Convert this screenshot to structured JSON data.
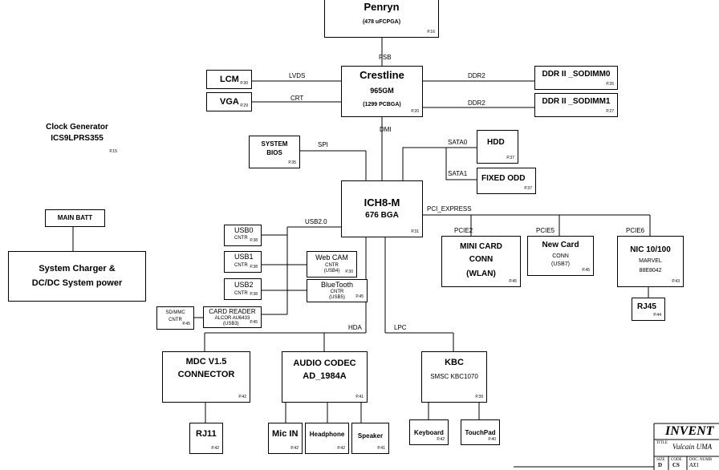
{
  "cpu": {
    "title": "Penryn",
    "sub": "(478 uFCPGA)",
    "page": "P.16"
  },
  "northbridge": {
    "title": "Crestline",
    "sub1": "965GM",
    "sub2": "(1299 PCBGA)",
    "page": "P.20"
  },
  "lcm": {
    "title": "LCM",
    "page": "P.30"
  },
  "vga": {
    "title": "VGA",
    "page": "P.29"
  },
  "sodimm0": {
    "title": "DDR II _SODIMM0",
    "page": "P.26"
  },
  "sodimm1": {
    "title": "DDR II _SODIMM1",
    "page": "P.27"
  },
  "clock": {
    "line1": "Clock Generator",
    "line2": "ICS9LPRS355",
    "page": "P.15"
  },
  "bios": {
    "line1": "SYSTEM",
    "line2": "BIOS",
    "page": "P.35"
  },
  "hdd": {
    "title": "HDD",
    "page": "P.37"
  },
  "odd": {
    "title": "FIXED ODD",
    "page": "P.37"
  },
  "southbridge": {
    "title": "ICH8-M",
    "sub": "676 BGA",
    "page": "P.31"
  },
  "main_batt": {
    "title": "MAIN BATT"
  },
  "charger": {
    "line1": "System Charger &",
    "line2": "DC/DC System power"
  },
  "usb0": {
    "line1": "USB0",
    "line2": "CNTR",
    "page": "P.38"
  },
  "usb1": {
    "line1": "USB1",
    "line2": "CNTR",
    "page": "P.38"
  },
  "usb2": {
    "line1": "USB2",
    "line2": "CNTR",
    "page": "P.38"
  },
  "webcam": {
    "line1": "Web CAM",
    "line2": "CNTR",
    "line3": "(USB4)",
    "page": "P.30"
  },
  "bluetooth": {
    "line1": "BlueTooth",
    "line2": "CNTR",
    "line3": "(USB5)",
    "page": "P.45"
  },
  "sdmmc": {
    "line1": "SD/MMC",
    "line2": "CNTR",
    "page": "P.45"
  },
  "card_reader": {
    "line1": "CARD READER",
    "line2": "ALCOR AU6433",
    "line3": "(USB3)",
    "page": "P.45"
  },
  "minicard": {
    "line1": "MINI CARD",
    "line2": "CONN",
    "line3": "(WLAN)",
    "page": "P.45"
  },
  "newcard": {
    "line1": "New Card",
    "line2": "CONN",
    "line3": "(USB7)",
    "page": "P.45"
  },
  "nic": {
    "line1": "NIC 10/100",
    "line2": "MARVEL",
    "line3": "88E8042",
    "page": "P.43"
  },
  "rj45": {
    "title": "RJ45",
    "page": "P.44"
  },
  "mdc": {
    "line1": "MDC V1.5",
    "line2": "CONNECTOR",
    "page": "P.42"
  },
  "codec": {
    "line1": "AUDIO CODEC",
    "line2": "AD_1984A",
    "page": "P.41"
  },
  "kbc": {
    "line1": "KBC",
    "line2": "SMSC KBC1070",
    "page": "P.39"
  },
  "rj11": {
    "title": "RJ11",
    "page": "P.42"
  },
  "micin": {
    "title": "Mic IN",
    "page": "P.42"
  },
  "headphone": {
    "title": "Headphone",
    "page": "P.42"
  },
  "speaker": {
    "title": "Speaker",
    "page": "P.41"
  },
  "keyboard": {
    "title": "Keyboard",
    "page": "P.42"
  },
  "touchpad": {
    "title": "TouchPad",
    "page": "P.40"
  },
  "buses": {
    "fsb": "FSB",
    "lvds": "LVDS",
    "crt": "CRT",
    "ddr2_a": "DDR2",
    "ddr2_b": "DDR2",
    "dmi": "DMI",
    "spi": "SPI",
    "sata0": "SATA0",
    "sata1": "SATA1",
    "usb20": "USB2.0",
    "pci_express": "PCI_EXPRESS",
    "pcie2": "PCIE2",
    "pcie5": "PCIE5",
    "pcie6": "PCIE6",
    "hda": "HDA",
    "lpc": "LPC"
  },
  "title_block": {
    "company": "INVENT",
    "title_label": "TITLE",
    "title": "Vulcain UMA",
    "size_label": "SIZE",
    "size": "D",
    "code_label": "CODE",
    "code": "CS",
    "doc_label": "DOC. NUMB",
    "doc": "AX1"
  }
}
